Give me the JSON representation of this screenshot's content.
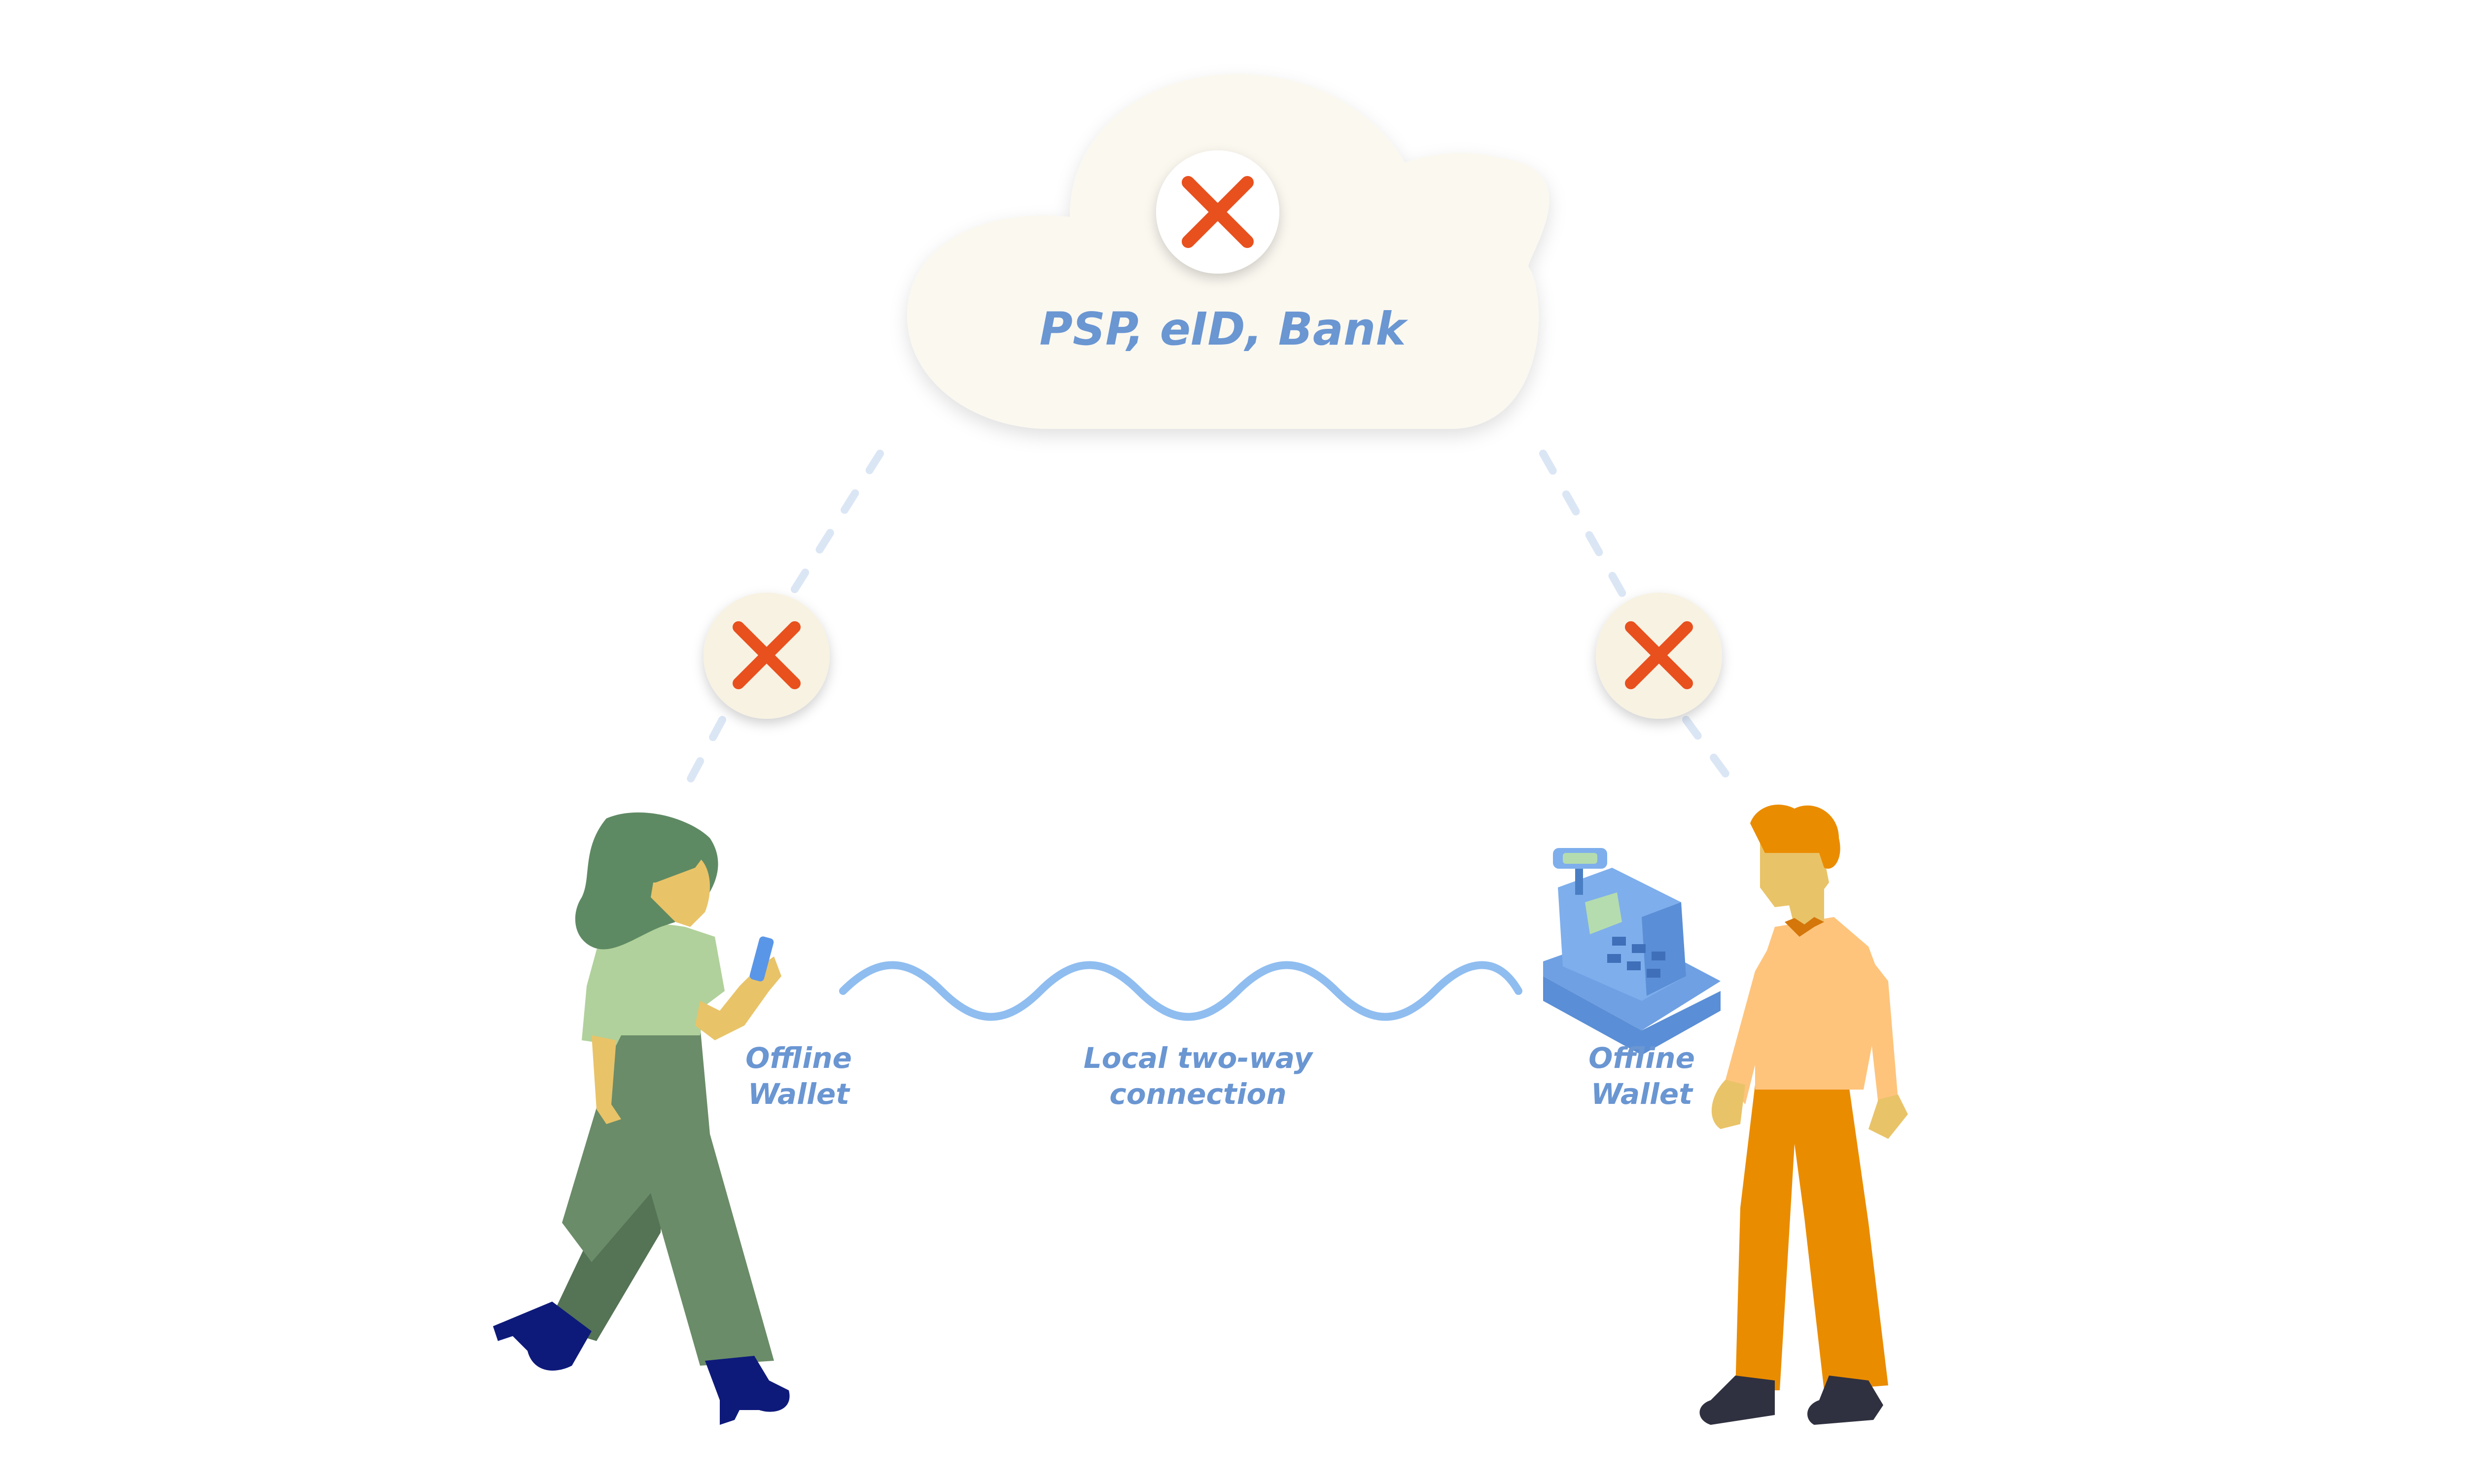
{
  "cloud": {
    "label": "PSP, eID, Bank",
    "status_icon": "cross-icon"
  },
  "left_link": {
    "status_icon": "cross-icon"
  },
  "right_link": {
    "status_icon": "cross-icon"
  },
  "customer": {
    "wallet_label": [
      "Offline",
      "Wallet"
    ],
    "icon": "woman-with-phone"
  },
  "merchant": {
    "wallet_label": [
      "Offline",
      "Wallet"
    ],
    "icon": "man-with-cash-register"
  },
  "connection": {
    "label": [
      "Local two-way",
      "connection"
    ],
    "icon": "wave-line"
  },
  "colors": {
    "label_blue": "#6a96d2",
    "cross_orange": "#e8501e",
    "wave_blue": "#8fbdf0",
    "dash_blue": "#dbe6f5",
    "cloud_fill": "#fbf8f0",
    "badge_fill": "#f8f2e3"
  }
}
